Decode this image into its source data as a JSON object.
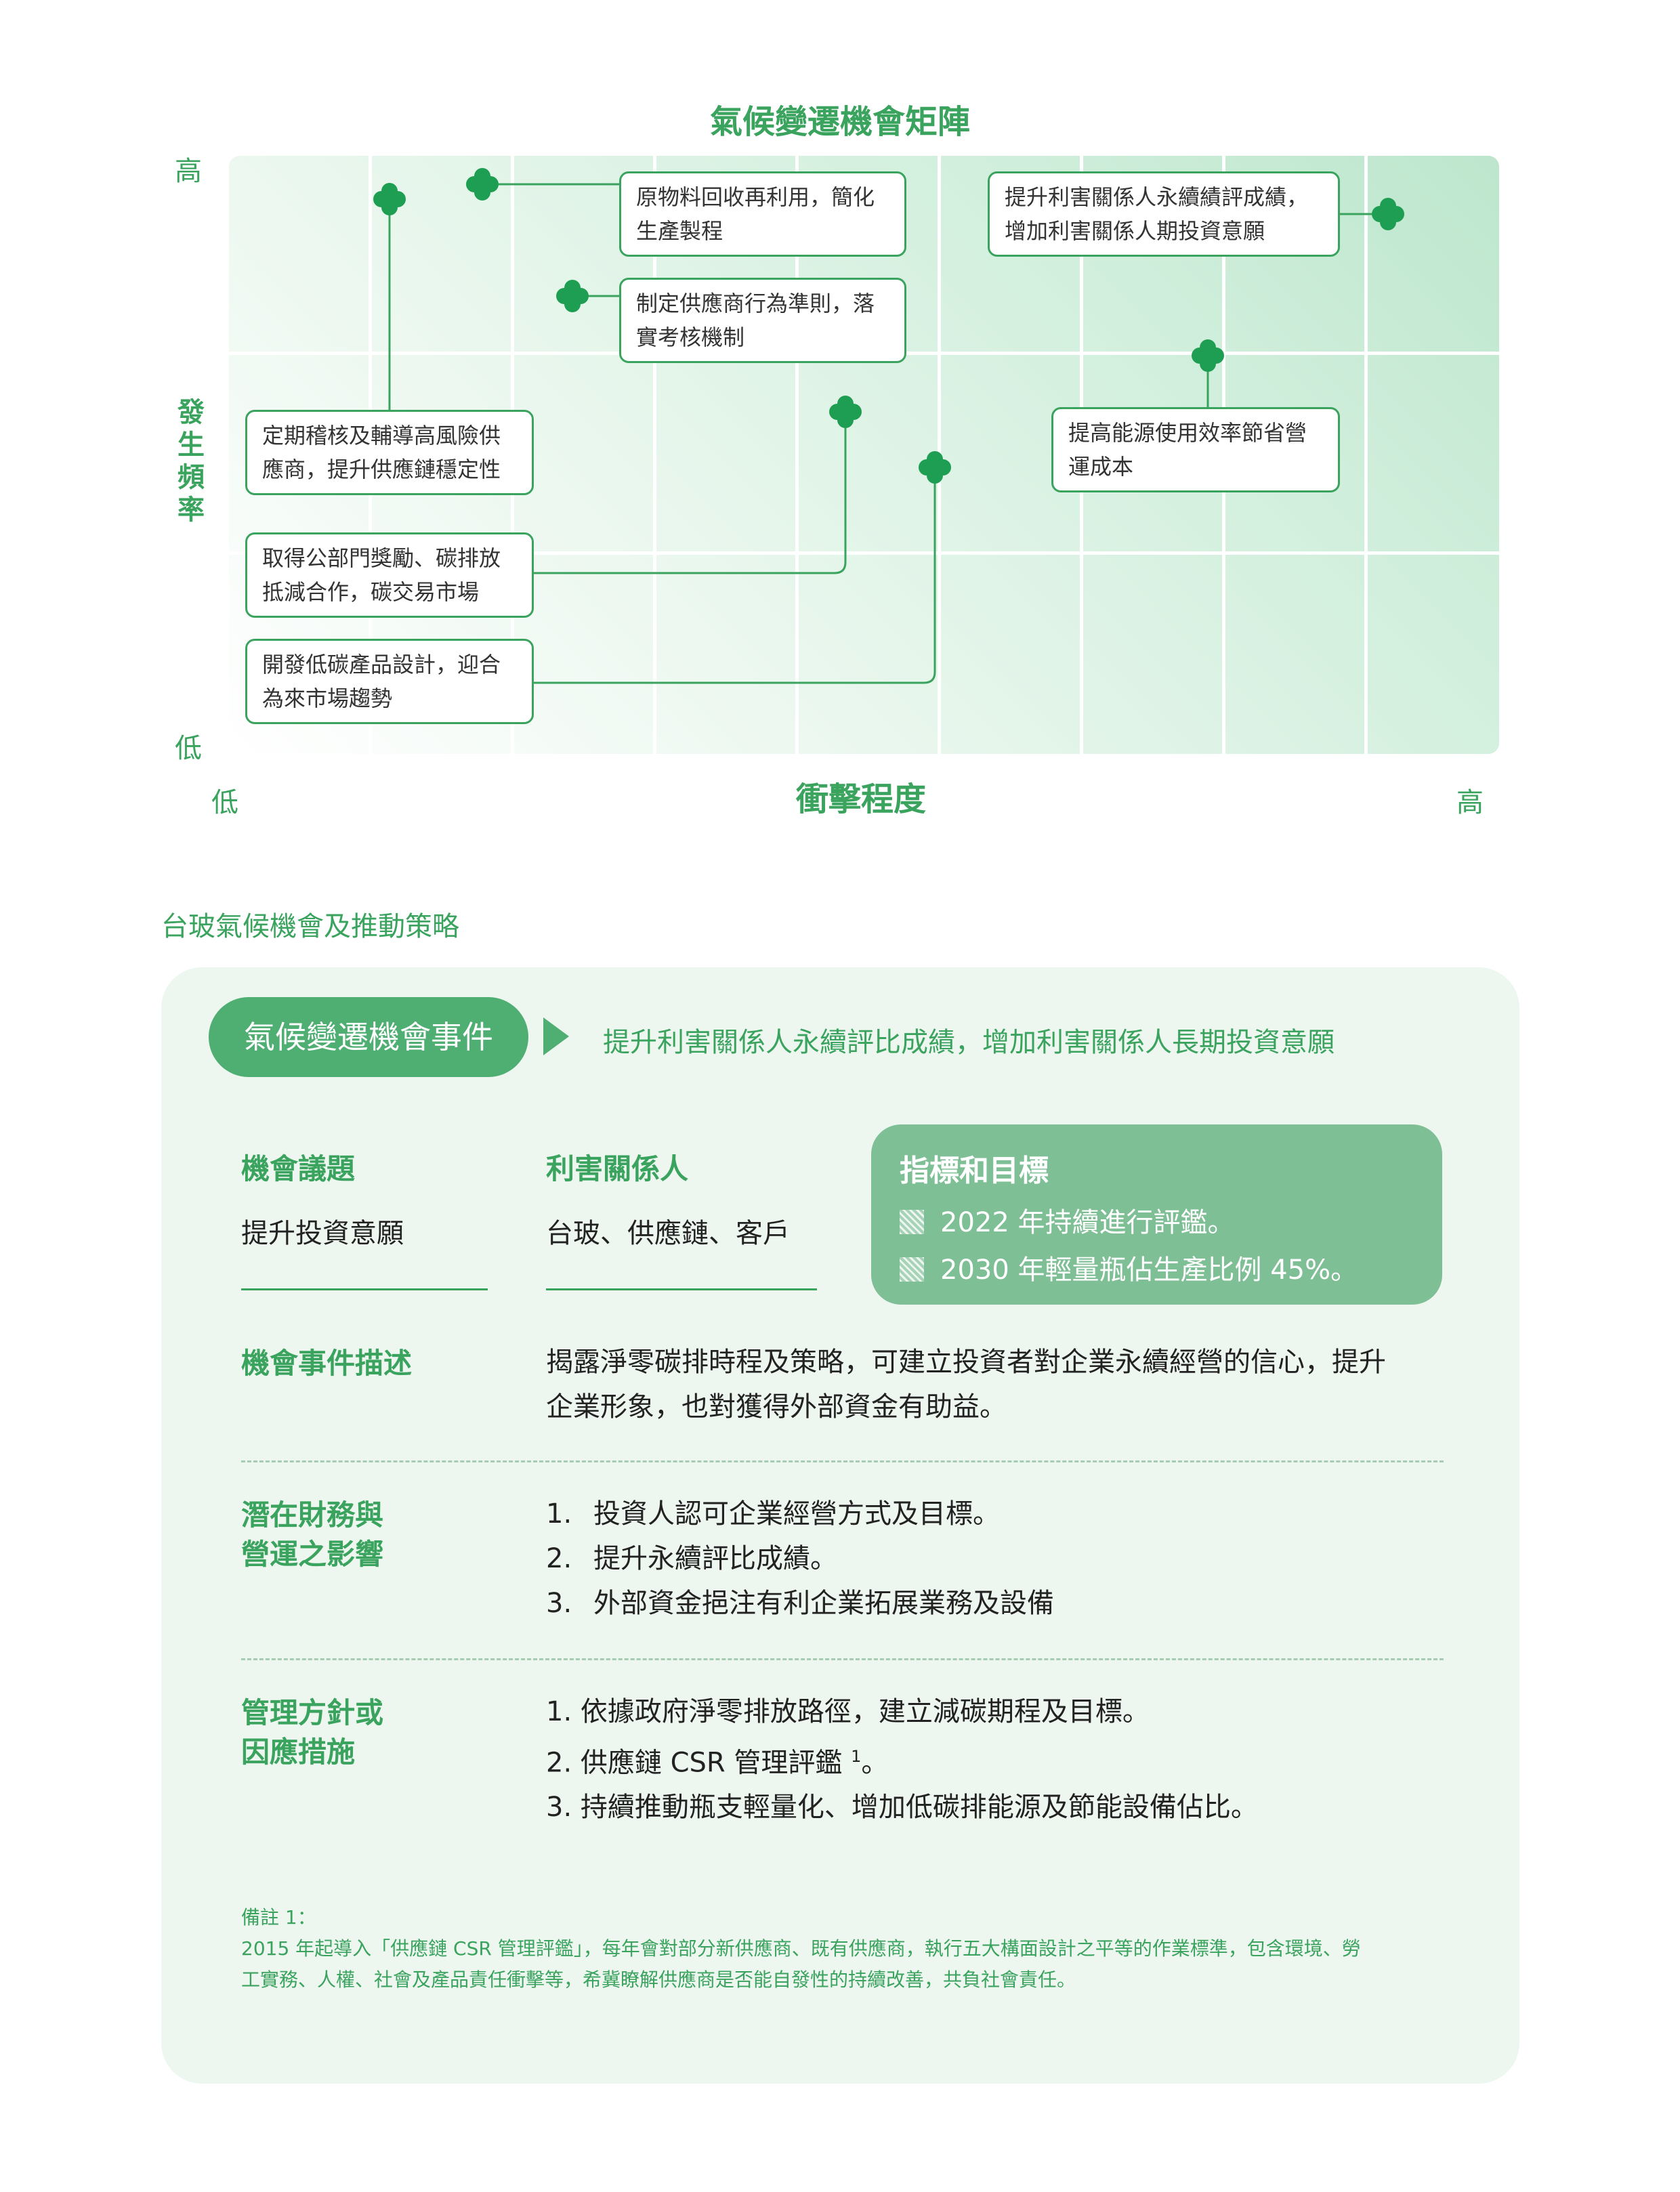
{
  "matrix": {
    "title": "氣候變遷機會矩陣",
    "y_high": "高",
    "y_low": "低",
    "y_title": "發生頻率",
    "x_low": "低",
    "x_high": "高",
    "x_title": "衝擊程度",
    "boxes": [
      {
        "id": "raw",
        "lines": [
          "原物料回收再利用，簡化",
          "生產製程"
        ]
      },
      {
        "id": "stakeholder",
        "lines": [
          "提升利害關係人永續績評成績，",
          "增加利害關係人期投資意願"
        ]
      },
      {
        "id": "supplier_code",
        "lines": [
          "制定供應商行為準則，落",
          "實考核機制"
        ]
      },
      {
        "id": "audit",
        "lines": [
          "定期稽核及輔導高風險供",
          "應商，提升供應鏈穩定性"
        ]
      },
      {
        "id": "energy",
        "lines": [
          "提高能源使用效率節省營",
          "運成本"
        ]
      },
      {
        "id": "reward",
        "lines": [
          "取得公部門獎勵、碳排放",
          "抵減合作，碳交易市場"
        ]
      },
      {
        "id": "lowcarbon",
        "lines": [
          "開發低碳產品設計，迎合",
          "為來市場趨勢"
        ]
      }
    ]
  },
  "section": {
    "caption": "台玻氣候機會及推動策略",
    "event_label": "氣候變遷機會事件",
    "event_text": "提升利害關係人永續評比成績，增加利害關係人長期投資意願",
    "issue_head": "機會議題",
    "issue_value": "提升投資意願",
    "stakeholder_head": "利害關係人",
    "stakeholder_value": "台玻、供應鏈、客戶",
    "target_head": "指標和目標",
    "targets": [
      "2022 年持續進行評鑑。",
      "2030 年輕量瓶佔生產比例 45%。"
    ],
    "desc_head": "機會事件描述",
    "desc_lines": [
      "揭露淨零碳排時程及策略，可建立投資者對企業永續經營的信心，提升",
      "企業形象，也對獲得外部資金有助益。"
    ],
    "impact_head": [
      "潛在財務與",
      "營運之影響"
    ],
    "impacts": [
      {
        "num": "1.",
        "text": "投資人認可企業經營方式及目標。"
      },
      {
        "num": "2.",
        "text": "提升永續評比成績。"
      },
      {
        "num": "3.",
        "text": "外部資金挹注有利企業拓展業務及設備"
      }
    ],
    "mgmt_head": [
      "管理方針或",
      "因應措施"
    ],
    "mgmt": [
      {
        "text": "1. 依據政府淨零排放路徑，建立減碳期程及目標。",
        "sup": ""
      },
      {
        "text": "2. 供應鏈 CSR 管理評鑑",
        "sup": "1",
        "tail": "。"
      },
      {
        "text": "3. 持續推動瓶支輕量化、增加低碳排能源及節能設備佔比。",
        "sup": ""
      }
    ],
    "note_lines": [
      "備註 1：",
      "2015 年起導入「供應鏈 CSR 管理評鑑」，每年會對部分新供應商、既有供應商，執行五大構面設計之平等的作業標準，包含環境、勞",
      "工實務、人權、社會及產品責任衝擊等，希冀瞭解供應商是否能自發性的持續改善，共負社會責任。"
    ]
  },
  "colors": {
    "accent": "#3aa35e",
    "pill": "#4fae72",
    "target_box": "#7fbf96",
    "panel": "#eef6f0"
  }
}
